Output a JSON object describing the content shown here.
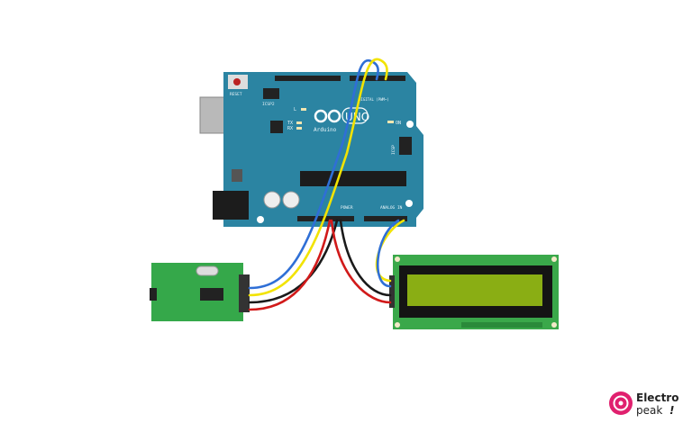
{
  "diagram": {
    "arduino": {
      "logo_text": "Arduino",
      "model": "UNO",
      "reset_label": "RESET",
      "icsp2_label": "ICSP2",
      "icsp_label": "ICSP",
      "on_label": "ON",
      "led_l": "L",
      "led_tx": "TX",
      "led_rx": "RX",
      "power_label": "POWER",
      "analog_label": "ANALOG IN",
      "digital_label": "DIGITAL (PWM~)"
    },
    "colors": {
      "board": "#2b84a2",
      "wire_blue": "#2f6fd6",
      "wire_yellow": "#f2e300",
      "wire_black": "#1a1a1a",
      "wire_red": "#d11a1a",
      "module_green": "#35a84a",
      "lcd_screen": "#8aae14",
      "brand_pink": "#e0206e"
    },
    "brand": {
      "line1": "Electro",
      "line2": "peak",
      "mark": "!"
    }
  }
}
